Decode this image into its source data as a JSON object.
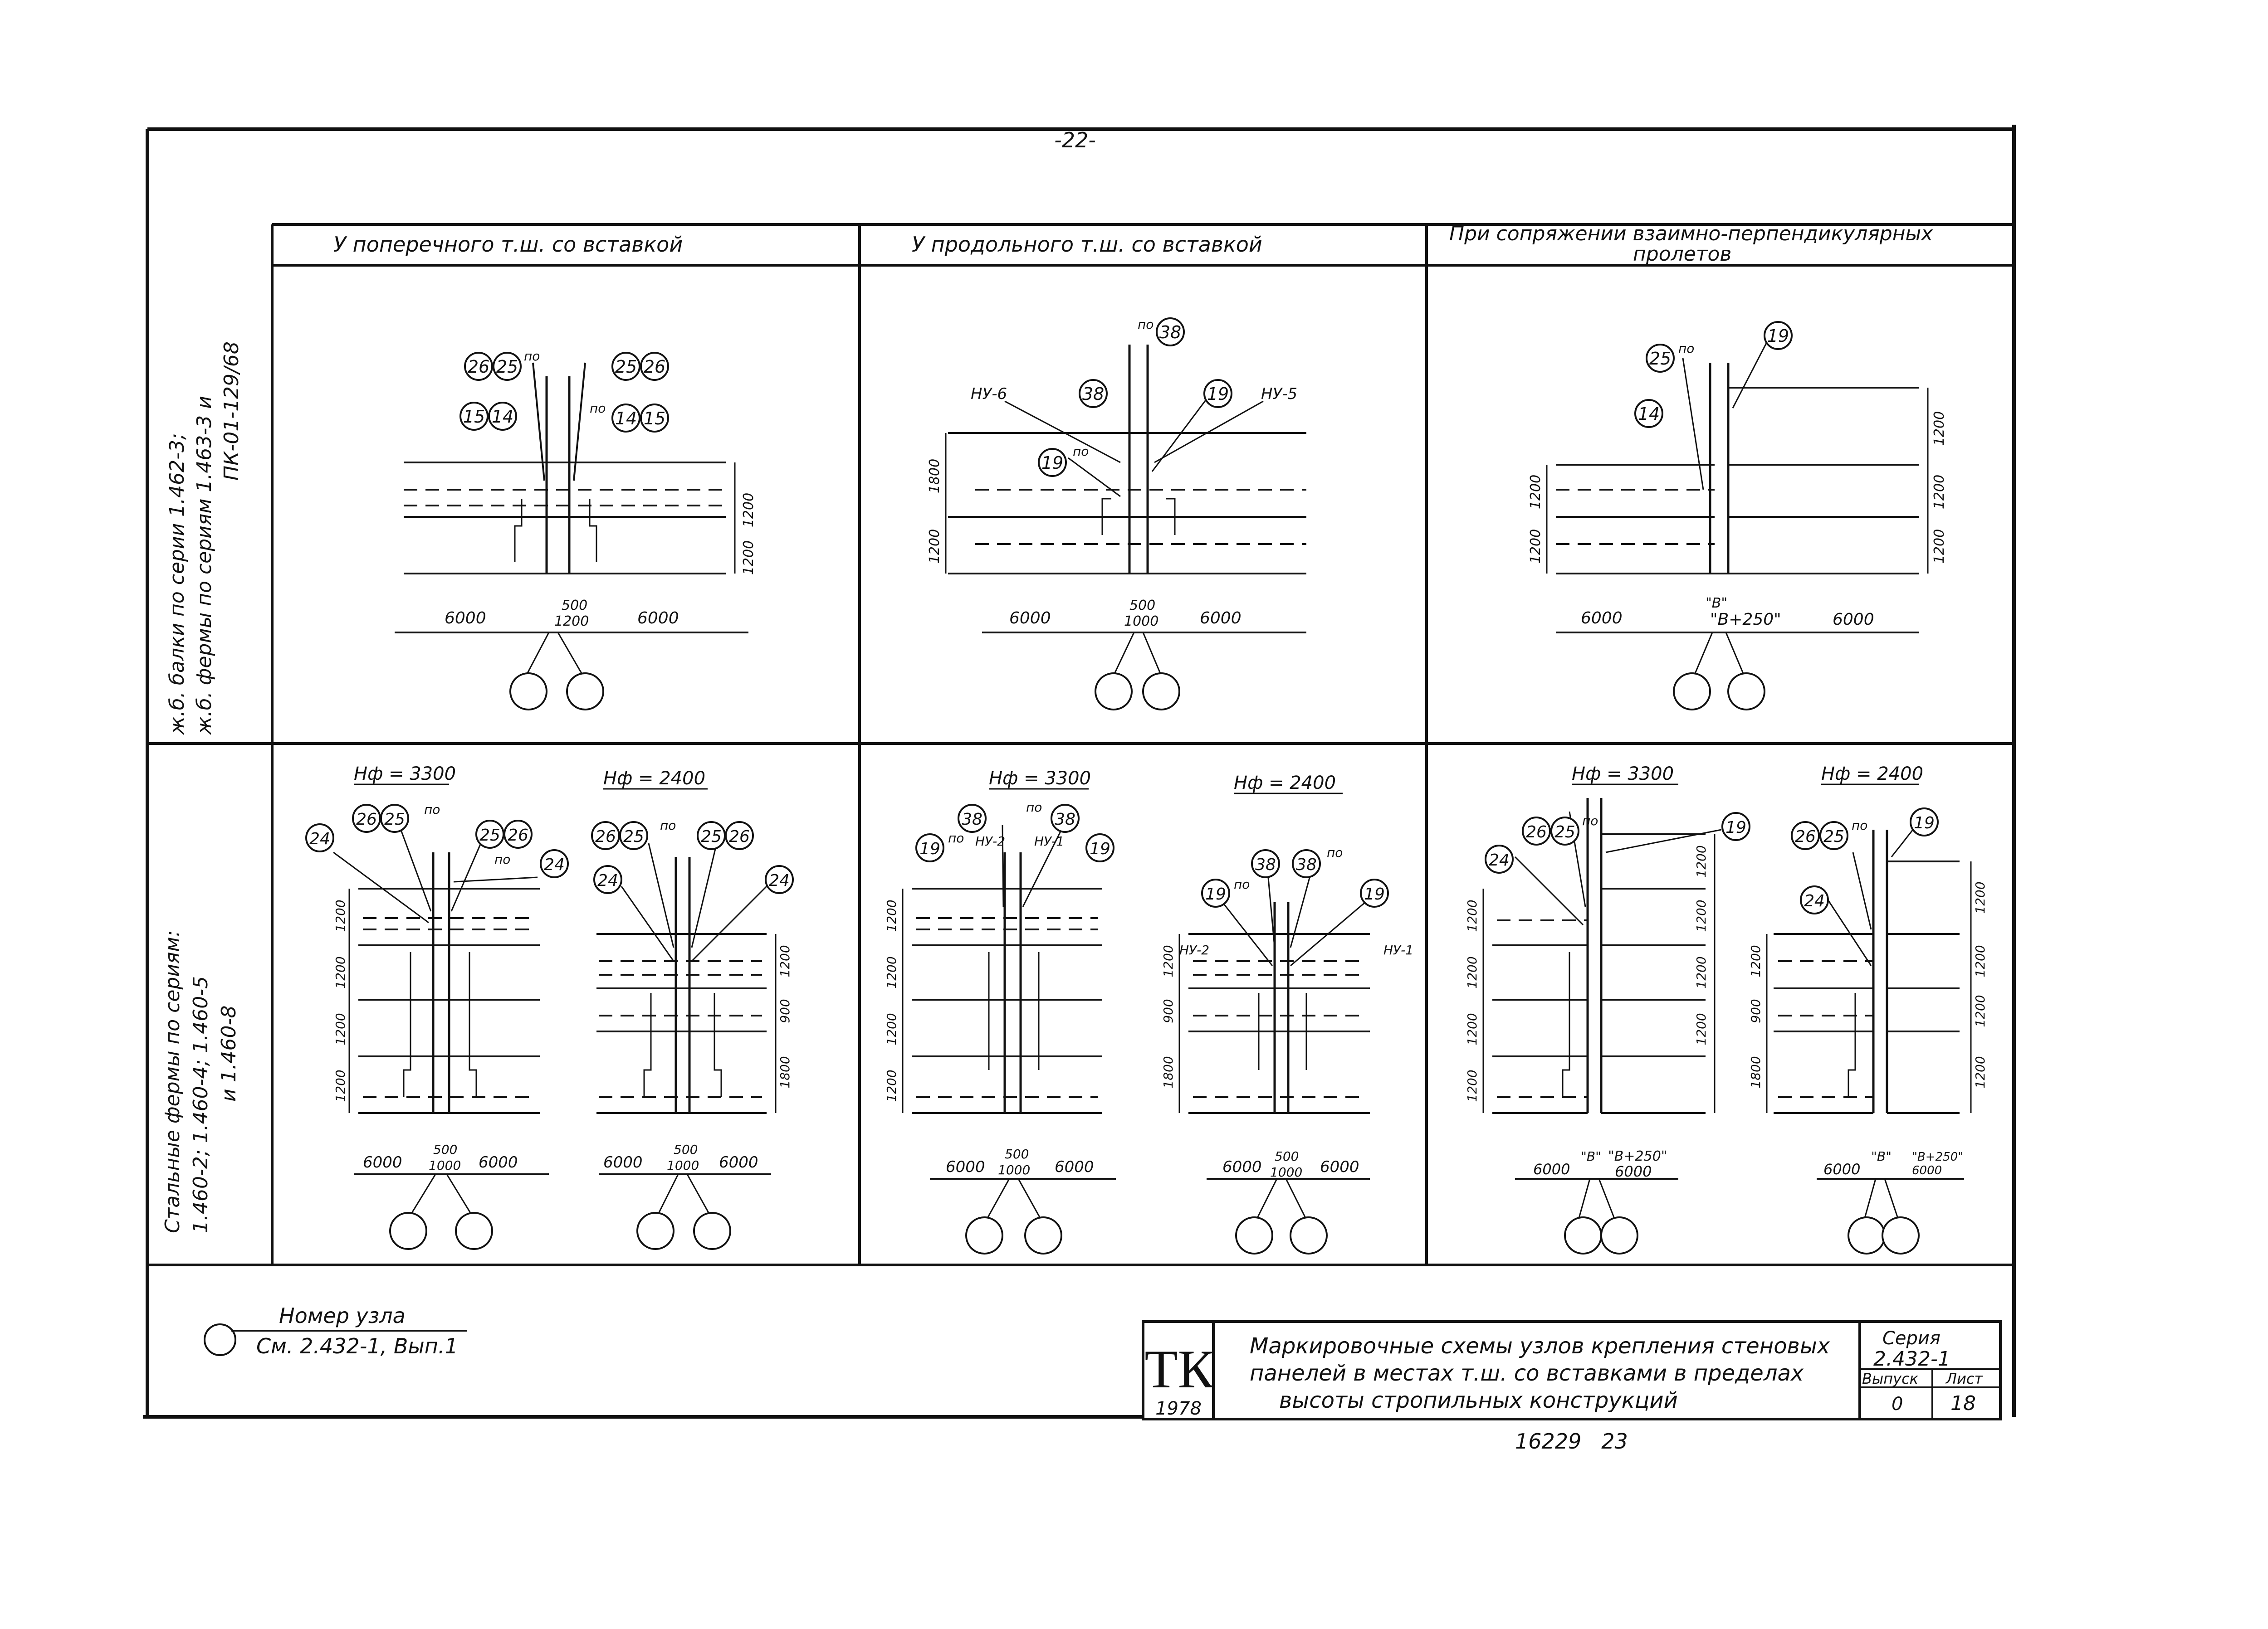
{
  "page_number": "-22-",
  "column_headers": [
    "У поперечного т.ш. со вставкой",
    "У продольного т.ш. со вставкой",
    "При сопряжении взаимно-перпендикулярных",
    "пролетов"
  ],
  "row_labels": {
    "row1": [
      "ж.б. балки по серии 1.462-3;",
      "ж.б. фермы по сериям 1.463-3 и",
      "ПК-01-129/68"
    ],
    "row2": [
      "Стальные фермы по сериям:",
      "1.460-2; 1.460-4; 1.460-5",
      "и 1.460-8"
    ]
  },
  "panels": {
    "r1c1": {
      "marks": [
        "26",
        "25",
        "25",
        "26",
        "15",
        "14",
        "14",
        "15"
      ],
      "po": [
        "по",
        "по"
      ],
      "dims_right": [
        "1200",
        "1200"
      ],
      "dims_bottom": [
        "6000",
        "500",
        "1200",
        "6000"
      ]
    },
    "r1c2": {
      "marks": [
        "38",
        "38",
        "19",
        "19"
      ],
      "labels": [
        "НУ-6",
        "НУ-5"
      ],
      "po": [
        "по",
        "по"
      ],
      "dims_left": [
        "1800",
        "1200"
      ],
      "dims_bottom": [
        "6000",
        "500",
        "1000",
        "6000"
      ]
    },
    "r1c3": {
      "marks": [
        "25",
        "19",
        "14"
      ],
      "po": [
        "по"
      ],
      "dims_left": [
        "1200",
        "1200"
      ],
      "dims_right": [
        "1200",
        "1200",
        "1200"
      ],
      "dims_bottom": [
        "6000",
        "\"В\"",
        "\"В+250\"",
        "6000"
      ]
    },
    "r2c1": {
      "heights": [
        "Нф = 3300",
        "Нф = 2400"
      ],
      "marks_a": [
        "26",
        "25",
        "25",
        "26",
        "24",
        "24"
      ],
      "marks_b": [
        "26",
        "25",
        "25",
        "26",
        "24",
        "24"
      ],
      "po": [
        "по",
        "по",
        "по"
      ],
      "dims_left_a": [
        "1200",
        "1200",
        "1200",
        "1200"
      ],
      "dims_right_b": [
        "1200",
        "900",
        "1800"
      ],
      "dims_bottom_a": [
        "6000",
        "500",
        "1000",
        "6000"
      ],
      "dims_bottom_b": [
        "6000",
        "500",
        "1000",
        "6000"
      ]
    },
    "r2c2": {
      "heights": [
        "Нф = 3300",
        "Нф = 2400"
      ],
      "marks_a": [
        "38",
        "38",
        "19",
        "19"
      ],
      "marks_b": [
        "38",
        "38",
        "19",
        "19"
      ],
      "labels_a": [
        "НУ-2",
        "НУ-1"
      ],
      "labels_b": [
        "НУ-2",
        "НУ-1"
      ],
      "po": [
        "по",
        "по",
        "по",
        "по"
      ],
      "dims_left_a": [
        "1200",
        "1200",
        "1200",
        "1200"
      ],
      "dims_left_b": [
        "1200",
        "900",
        "1800"
      ],
      "dims_bottom_a": [
        "6000",
        "500",
        "1000",
        "6000"
      ],
      "dims_bottom_b": [
        "6000",
        "500",
        "1000",
        "6000"
      ]
    },
    "r2c3": {
      "heights": [
        "Нф = 3300",
        "Нф = 2400"
      ],
      "marks_a": [
        "26",
        "25",
        "24",
        "19"
      ],
      "marks_b": [
        "26",
        "25",
        "24",
        "19"
      ],
      "po": [
        "по",
        "по"
      ],
      "dims_left_a": [
        "1200",
        "1200",
        "1200",
        "1200"
      ],
      "dims_right_a": [
        "1200",
        "1200",
        "1200",
        "1200"
      ],
      "dims_left_b": [
        "1200",
        "900",
        "1800"
      ],
      "dims_right_b": [
        "1200",
        "1200",
        "1200",
        "1200"
      ],
      "dims_bottom_a": [
        "6000",
        "\"В\"",
        "\"В+250\"",
        "6000"
      ],
      "dims_bottom_b": [
        "6000",
        "\"В\"",
        "\"В+250\"",
        "6000"
      ]
    }
  },
  "legend": {
    "line1": "Номер узла",
    "line2": "См. 2.432-1, Вып.1"
  },
  "title_block": {
    "logo": "ТК",
    "year": "1978",
    "description": [
      "Маркировочные схемы узлов крепления стеновых",
      "панелей в местах т.ш. со вставками в пределах",
      "высоты стропильных конструкций"
    ],
    "series_label": "Серия",
    "series_value": "2.432-1",
    "issue_label": "Выпуск",
    "issue_value": "0",
    "sheet_label": "Лист",
    "sheet_value": "18"
  },
  "footer_numbers": "16229   23"
}
